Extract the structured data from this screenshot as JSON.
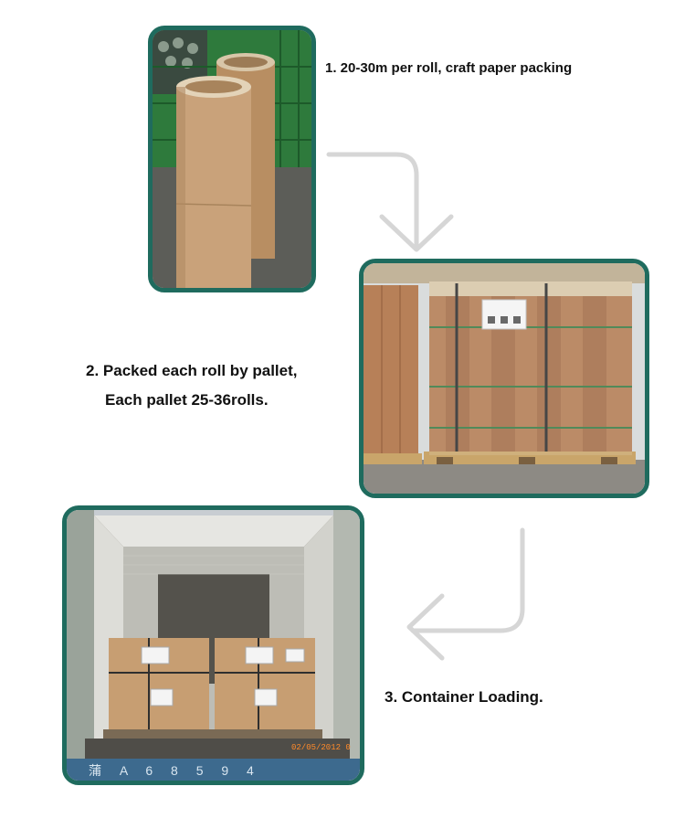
{
  "steps": [
    {
      "caption": "1. 20-30m per roll, craft paper packing"
    },
    {
      "caption_line1": "2. Packed each roll by pallet,",
      "caption_line2": "Each pallet 25-36rolls."
    },
    {
      "caption": "3. Container Loading."
    }
  ],
  "photo3_stamp": "02/05/2012 0",
  "photo3_plate": "蒲 A 6 8 5 9 4",
  "colors": {
    "frame_border": "#1f6b5e",
    "arrow": "#d6d6d6",
    "text": "#111111",
    "kraft": "#c9a27a"
  },
  "icons": [
    "curved-arrow-down-icon",
    "curved-arrow-left-icon"
  ]
}
